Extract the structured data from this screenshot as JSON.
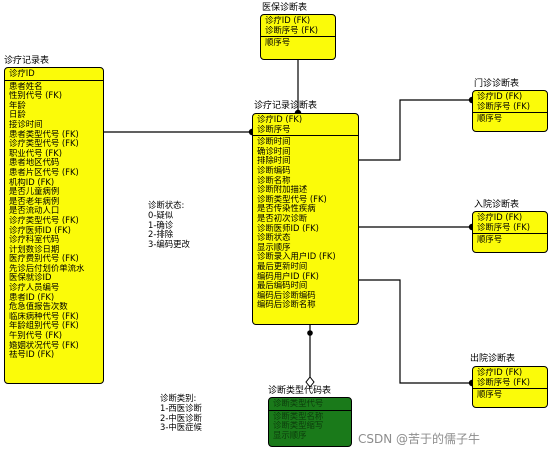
{
  "entities": {
    "diag_record": {
      "name": "诊疗记录表",
      "pk": [
        "诊疗ID"
      ],
      "attrs": [
        "患者姓名",
        "性别代号 (FK)",
        "年龄",
        "日龄",
        "接诊时间",
        "患者类型代号 (FK)",
        "诊疗类型代号 (FK)",
        "职业代号 (FK)",
        "患者地区代码",
        "患者片区代号 (FK)",
        "机构ID (FK)",
        "是否儿童病例",
        "是否老年病例",
        "是否流动人口",
        "诊疗类型代号 (FK)",
        "诊疗医师ID (FK)",
        "诊疗科室代码",
        "计划数诊日期",
        "医疗费别代号 (FK)",
        "先诊后付划价单流水",
        "医保就诊ID",
        "诊疗人员编号",
        "患者ID (FK)",
        "危急值报告次数",
        "临床病种代号 (FK)",
        "年龄组别代号 (FK)",
        "午别代号 (FK)",
        "婚姻状况代号 (FK)",
        "祛号ID (FK)"
      ]
    },
    "insurance_diag": {
      "name": "医保诊断表",
      "pk": [
        "诊疗ID (FK)",
        "诊断序号 (FK)"
      ],
      "attrs": [
        "顺序号"
      ]
    },
    "record_diag": {
      "name": "诊疗记录诊断表",
      "pk": [
        "诊疗ID (FK)",
        "诊断序号"
      ],
      "attrs": [
        "诊断时间",
        "确诊时间",
        "排除时间",
        "诊断编码",
        "诊断名称",
        "诊断附加描述",
        "诊断类型代号 (FK)",
        "是否传染性疾病",
        "是否初次诊断",
        "诊断医师ID (FK)",
        "诊断状态",
        "显示顺序",
        "诊断录入用户ID (FK)",
        "最后更新时间",
        "编码用户ID (FK)",
        "最后编码时间",
        "编码后诊断编码",
        "编码后诊断名称"
      ]
    },
    "outpatient_diag": {
      "name": "门诊诊断表",
      "pk": [
        "诊疗ID (FK)",
        "诊断序号 (FK)"
      ],
      "attrs": [
        "顺序号"
      ]
    },
    "admission_diag": {
      "name": "入院诊断表",
      "pk": [
        "诊疗ID (FK)",
        "诊断序号 (FK)"
      ],
      "attrs": [
        "顺序号"
      ]
    },
    "discharge_diag": {
      "name": "出院诊断表",
      "pk": [
        "诊疗ID (FK)",
        "诊断序号 (FK)"
      ],
      "attrs": [
        "顺序号"
      ]
    },
    "diag_type_code": {
      "name": "诊断类型代码表",
      "pk": [
        "诊断类型代号"
      ],
      "attrs": [
        "诊断类型名称",
        "诊断类型缩写",
        "显示顺序"
      ]
    }
  },
  "notes": {
    "diag_status": [
      "诊断状态:",
      "0-疑似",
      "1-确诊",
      "2-排除",
      "3-编码更改"
    ],
    "diag_category": [
      "诊断类别:",
      "1-西医诊断",
      "2-中医诊断",
      "3-中医症候"
    ]
  },
  "watermark": "CSDN @苦于的儒子牛",
  "colors": {
    "entity_fill": "#fbfb09",
    "lookup_fill": "#1a7a1a",
    "border": "#000000"
  }
}
